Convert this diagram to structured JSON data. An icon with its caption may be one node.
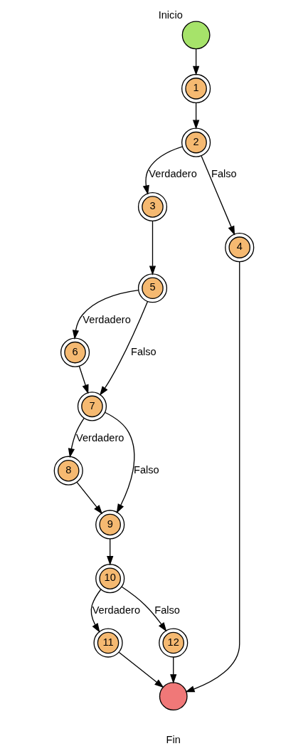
{
  "diagram": {
    "nodes": [
      {
        "text": [],
        "shape": "circle",
        "beside": [
          "Inicio"
        ]
      },
      {
        "text": [
          "1"
        ]
      },
      {
        "text": [
          "2"
        ]
      },
      {
        "text": [
          "3"
        ]
      },
      {
        "text": [
          "4"
        ]
      },
      {
        "text": [
          "5"
        ]
      },
      {
        "text": [
          "6"
        ]
      },
      {
        "text": [
          "7"
        ]
      },
      {
        "text": [
          "8"
        ]
      },
      {
        "text": [
          "9"
        ]
      },
      {
        "text": [
          "10"
        ]
      },
      {
        "text": [
          "11"
        ]
      },
      {
        "text": [
          "12"
        ]
      },
      {
        "text": [],
        "shape": "circle",
        "beside": [
          "Fin"
        ]
      }
    ],
    "edges": [
      {
        "from": 0,
        "to": 1,
        "arrow": "to"
      },
      {
        "from": 1,
        "to": 2,
        "arrow": "to"
      },
      {
        "from": 2,
        "to": 3,
        "arrow": "to",
        "label": "Verdadero"
      },
      {
        "from": 2,
        "to": 4,
        "arrow": "to",
        "label": "Falso"
      },
      {
        "from": 3,
        "to": 5,
        "arrow": "to"
      },
      {
        "from": 5,
        "to": 6,
        "arrow": "to",
        "label": "Verdadero"
      },
      {
        "from": 5,
        "to": 7,
        "arrow": "to",
        "label": "Falso"
      },
      {
        "from": 6,
        "to": 7,
        "arrow": "to"
      },
      {
        "from": 7,
        "to": 8,
        "arrow": "to",
        "label": "Verdadero"
      },
      {
        "from": 7,
        "to": 9,
        "arrow": "to",
        "label": "Falso"
      },
      {
        "from": 8,
        "to": 9,
        "arrow": "to"
      },
      {
        "from": 9,
        "to": 10,
        "arrow": "to"
      },
      {
        "from": 10,
        "to": 11,
        "arrow": "to",
        "label": "Verdadero"
      },
      {
        "from": 10,
        "to": 12,
        "arrow": "to",
        "label": "Falso"
      },
      {
        "from": 11,
        "to": 13,
        "arrow": "to"
      },
      {
        "from": 12,
        "to": 13,
        "arrow": "to"
      },
      {
        "from": 4,
        "to": 13,
        "arrow": "to"
      }
    ]
  }
}
